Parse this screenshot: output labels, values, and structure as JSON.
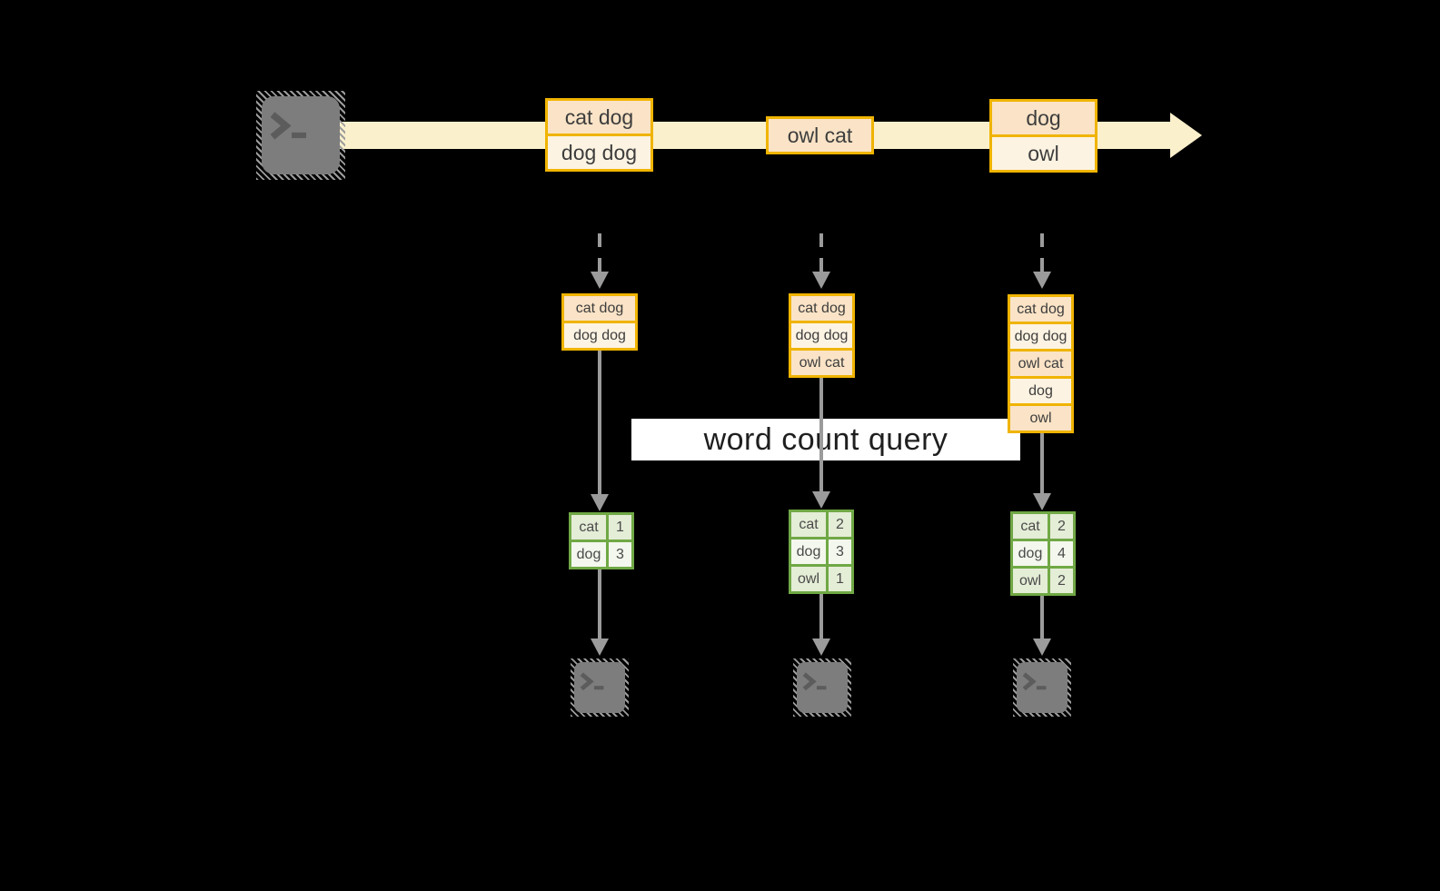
{
  "label": {
    "text": "word count query"
  },
  "stream": {
    "source_icon": "terminal-icon",
    "batches": [
      {
        "rows": [
          "cat dog",
          "dog dog"
        ]
      },
      {
        "rows": [
          "owl cat"
        ]
      },
      {
        "rows": [
          "dog",
          "owl"
        ]
      }
    ]
  },
  "columns": [
    {
      "state": [
        "cat dog",
        "dog dog"
      ],
      "table": [
        [
          "cat",
          "1"
        ],
        [
          "dog",
          "3"
        ]
      ],
      "sink_icon": "terminal-icon"
    },
    {
      "state": [
        "cat dog",
        "dog dog",
        "owl cat"
      ],
      "table": [
        [
          "cat",
          "2"
        ],
        [
          "dog",
          "3"
        ],
        [
          "owl",
          "1"
        ]
      ],
      "sink_icon": "terminal-icon"
    },
    {
      "state": [
        "cat dog",
        "dog dog",
        "owl cat",
        "dog",
        "owl"
      ],
      "table": [
        [
          "cat",
          "2"
        ],
        [
          "dog",
          "4"
        ],
        [
          "owl",
          "2"
        ]
      ],
      "sink_icon": "terminal-icon"
    }
  ],
  "colors": {
    "background": "#000000",
    "stream_band": "#fbf0cc",
    "record_border": "#f0b400",
    "record_fill_dark": "#fae3c6",
    "record_fill_light": "#fdf3e2",
    "table_border": "#70a845",
    "table_fill_dark": "#e4edd6",
    "table_fill_light": "#f3f7ed",
    "arrow_gray": "#9b9b9b",
    "label_bg": "#ffffff"
  }
}
